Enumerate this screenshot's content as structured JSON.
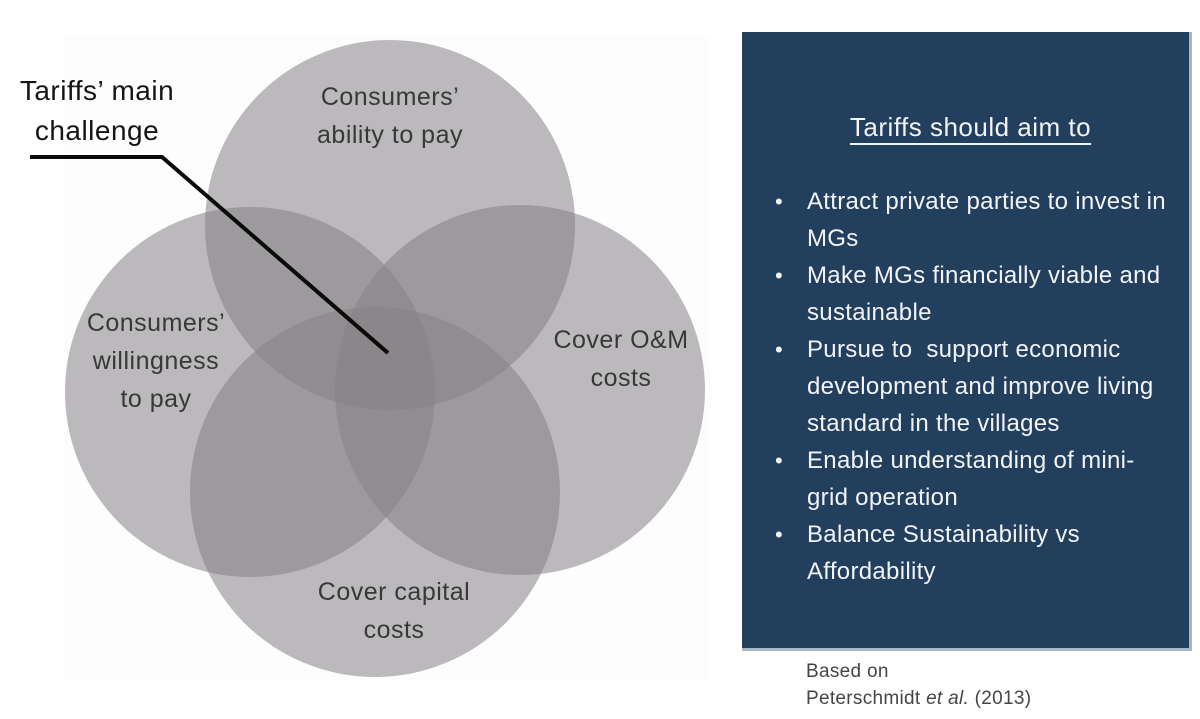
{
  "colors": {
    "panel_navy": "#233F5E",
    "panel_edge": "#A9B6C6",
    "circle_gray": "rgba(133,130,133,0.55)",
    "venn_text": "#383838",
    "panel_text": "#F2F4F7"
  },
  "callout": {
    "label": "Tariffs’ main challenge"
  },
  "venn": {
    "circles": [
      {
        "id": "ability",
        "label": "Consumers’ ability to pay"
      },
      {
        "id": "willingness",
        "label": "Consumers’ willingness to pay"
      },
      {
        "id": "om",
        "label": "Cover O&M costs"
      },
      {
        "id": "capital",
        "label": "Cover capital costs"
      }
    ]
  },
  "panel": {
    "title": "Tariffs should aim to",
    "bullet_char": "•",
    "bullets": [
      "Attract private parties to invest in MGs",
      "Make MGs financially viable and sustainable",
      "Pursue to  support economic development and improve living standard in the villages",
      "Enable understanding of mini-grid operation",
      "Balance Sustainability vs Affordability"
    ]
  },
  "caption": {
    "line1": "Based on",
    "line2_prefix": "Peterschmidt ",
    "line2_italic": "et al.",
    "line2_suffix": " (2013)"
  }
}
